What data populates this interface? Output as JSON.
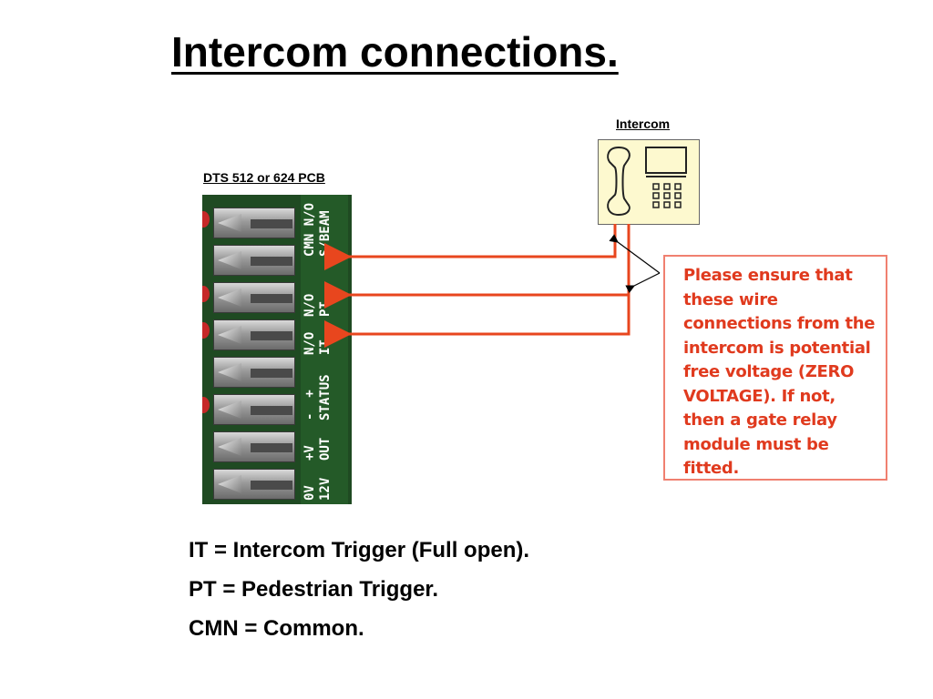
{
  "title": "Intercom connections.",
  "pcb": {
    "label": "DTS 512 or 624 PCB",
    "terminal_labels": [
      {
        "top": "CMN N/O",
        "bottom": "S/BEAM"
      },
      {
        "top": "N/O",
        "bottom": "PT"
      },
      {
        "top": "N/O",
        "bottom": "IT"
      },
      {
        "top": "-  +",
        "bottom": "STATUS"
      },
      {
        "top": "+V",
        "bottom": "OUT"
      },
      {
        "top": "0V",
        "bottom": "12V"
      }
    ]
  },
  "intercom": {
    "label": "Intercom",
    "icon": "intercom-handset-icon"
  },
  "notice": {
    "text": "Please ensure that these wire connections from the intercom is potential free voltage (ZERO VOLTAGE). If not, then a gate relay module must be fitted.",
    "color": "#e03a1e",
    "border_color": "#f08070"
  },
  "wire_color": "#e8461e",
  "legend": [
    "IT = Intercom Trigger (Full open).",
    "PT = Pedestrian Trigger.",
    "CMN = Common."
  ]
}
